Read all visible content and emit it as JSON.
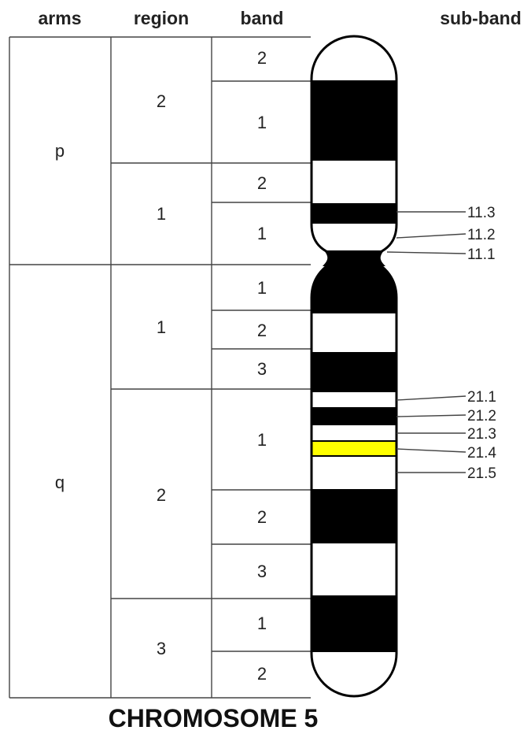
{
  "headers": {
    "arms": "arms",
    "region": "region",
    "band": "band",
    "subband": "sub-band"
  },
  "arms": {
    "p": "p",
    "q": "q"
  },
  "regions": [
    "2",
    "1",
    "1",
    "2",
    "3"
  ],
  "bands": [
    "2",
    "1",
    "2",
    "1",
    "1",
    "2",
    "3",
    "1",
    "2",
    "3",
    "1",
    "2"
  ],
  "subbands": [
    "11.3",
    "11.2",
    "11.1",
    "21.1",
    "21.2",
    "21.3",
    "21.4",
    "21.5"
  ],
  "title": "CHROMOSOME 5",
  "colors": {
    "dark_band": "#000000",
    "light_band": "#ffffff",
    "highlight": "#ffff00",
    "outline": "#000000"
  }
}
